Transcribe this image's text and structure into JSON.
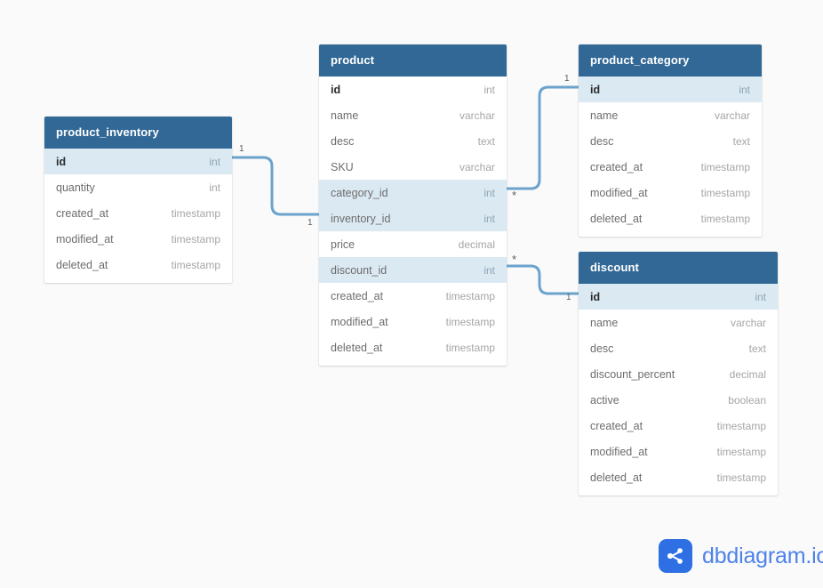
{
  "canvas": {
    "background": "#fafafa",
    "header_color": "#316896",
    "highlight_color": "#dbe9f3",
    "connector_color": "#6ba3cd"
  },
  "tables": [
    {
      "id": "product_inventory",
      "name": "product_inventory",
      "fields": [
        {
          "name": "id",
          "type": "int",
          "pk": true,
          "highlight": true
        },
        {
          "name": "quantity",
          "type": "int",
          "pk": false,
          "highlight": false
        },
        {
          "name": "created_at",
          "type": "timestamp",
          "pk": false,
          "highlight": false
        },
        {
          "name": "modified_at",
          "type": "timestamp",
          "pk": false,
          "highlight": false
        },
        {
          "name": "deleted_at",
          "type": "timestamp",
          "pk": false,
          "highlight": false
        }
      ]
    },
    {
      "id": "product",
      "name": "product",
      "fields": [
        {
          "name": "id",
          "type": "int",
          "pk": true,
          "highlight": false
        },
        {
          "name": "name",
          "type": "varchar",
          "pk": false,
          "highlight": false
        },
        {
          "name": "desc",
          "type": "text",
          "pk": false,
          "highlight": false
        },
        {
          "name": "SKU",
          "type": "varchar",
          "pk": false,
          "highlight": false
        },
        {
          "name": "category_id",
          "type": "int",
          "pk": false,
          "highlight": true
        },
        {
          "name": "inventory_id",
          "type": "int",
          "pk": false,
          "highlight": true
        },
        {
          "name": "price",
          "type": "decimal",
          "pk": false,
          "highlight": false
        },
        {
          "name": "discount_id",
          "type": "int",
          "pk": false,
          "highlight": true
        },
        {
          "name": "created_at",
          "type": "timestamp",
          "pk": false,
          "highlight": false
        },
        {
          "name": "modified_at",
          "type": "timestamp",
          "pk": false,
          "highlight": false
        },
        {
          "name": "deleted_at",
          "type": "timestamp",
          "pk": false,
          "highlight": false
        }
      ]
    },
    {
      "id": "product_category",
      "name": "product_category",
      "fields": [
        {
          "name": "id",
          "type": "int",
          "pk": true,
          "highlight": true
        },
        {
          "name": "name",
          "type": "varchar",
          "pk": false,
          "highlight": false
        },
        {
          "name": "desc",
          "type": "text",
          "pk": false,
          "highlight": false
        },
        {
          "name": "created_at",
          "type": "timestamp",
          "pk": false,
          "highlight": false
        },
        {
          "name": "modified_at",
          "type": "timestamp",
          "pk": false,
          "highlight": false
        },
        {
          "name": "deleted_at",
          "type": "timestamp",
          "pk": false,
          "highlight": false
        }
      ]
    },
    {
      "id": "discount",
      "name": "discount",
      "fields": [
        {
          "name": "id",
          "type": "int",
          "pk": true,
          "highlight": true
        },
        {
          "name": "name",
          "type": "varchar",
          "pk": false,
          "highlight": false
        },
        {
          "name": "desc",
          "type": "text",
          "pk": false,
          "highlight": false
        },
        {
          "name": "discount_percent",
          "type": "decimal",
          "pk": false,
          "highlight": false
        },
        {
          "name": "active",
          "type": "boolean",
          "pk": false,
          "highlight": false
        },
        {
          "name": "created_at",
          "type": "timestamp",
          "pk": false,
          "highlight": false
        },
        {
          "name": "modified_at",
          "type": "timestamp",
          "pk": false,
          "highlight": false
        },
        {
          "name": "deleted_at",
          "type": "timestamp",
          "pk": false,
          "highlight": false
        }
      ]
    }
  ],
  "relationships": [
    {
      "id": "inventory-rel",
      "from_table": "product_inventory",
      "from_field": "id",
      "to_table": "product",
      "to_field": "inventory_id",
      "from_cardinality": "1",
      "to_cardinality": "1"
    },
    {
      "id": "category-rel",
      "from_table": "product",
      "from_field": "category_id",
      "to_table": "product_category",
      "to_field": "id",
      "from_cardinality": "*",
      "to_cardinality": "1"
    },
    {
      "id": "discount-rel",
      "from_table": "product",
      "from_field": "discount_id",
      "to_table": "discount",
      "to_field": "id",
      "from_cardinality": "*",
      "to_cardinality": "1"
    }
  ],
  "brand": {
    "name": "dbdiagram.io",
    "icon": "share-nodes-icon",
    "mark_color": "#2f6fe4",
    "text_color": "#4d82e8"
  }
}
